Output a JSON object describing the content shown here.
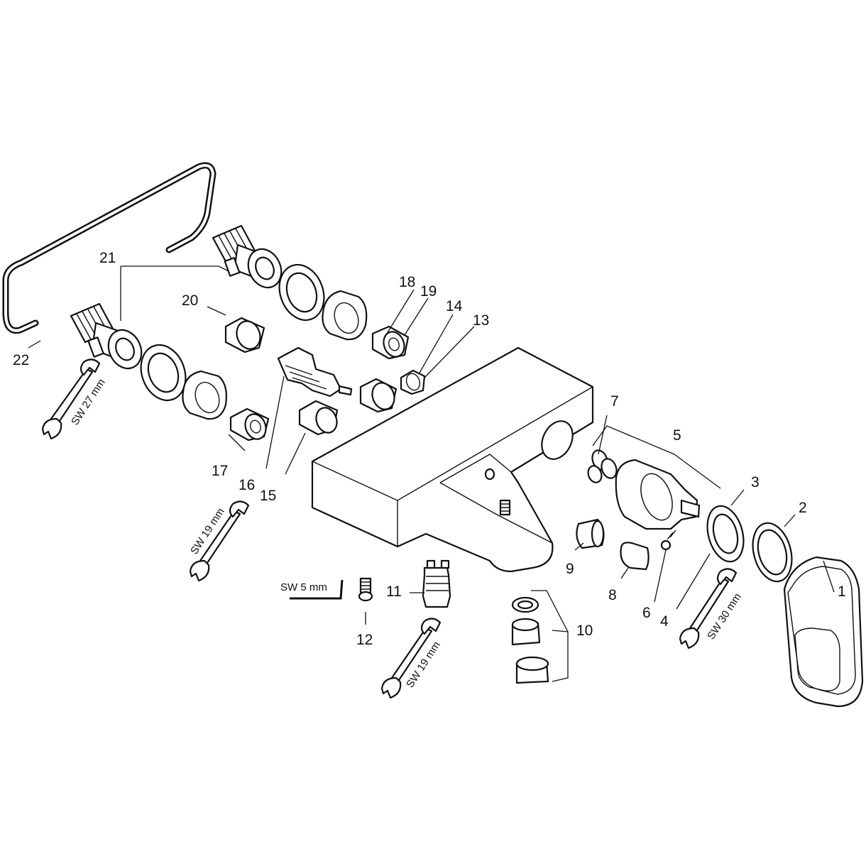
{
  "labels": {
    "n1": "1",
    "n2": "2",
    "n3": "3",
    "n4": "4",
    "n5": "5",
    "n6": "6",
    "n7": "7",
    "n8": "8",
    "n9": "9",
    "n10": "10",
    "n11": "11",
    "n12": "12",
    "n13": "13",
    "n14": "14",
    "n15": "15",
    "n16": "16",
    "n17": "17",
    "n18": "18",
    "n19": "19",
    "n20": "20",
    "n21": "21",
    "n22": "22"
  },
  "wrench_sizes": {
    "sw27": "SW 27 mm",
    "sw19a": "SW 19 mm",
    "sw19b": "SW 19 mm",
    "sw30": "SW 30 mm",
    "sw5": "SW 5 mm"
  },
  "colors": {
    "line": "#111111",
    "background": "#ffffff"
  }
}
